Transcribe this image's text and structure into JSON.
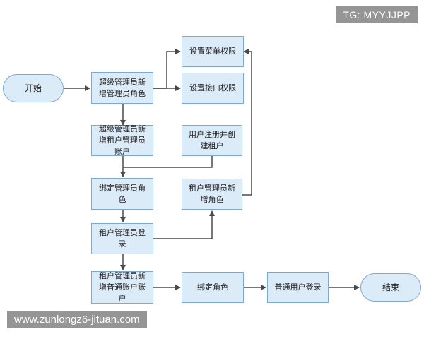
{
  "nodes": {
    "start": "开始",
    "super_admin_add_admin_role": "超级管理员新增管理员角色",
    "set_menu_permission": "设置菜单权限",
    "set_api_permission": "设置接口权限",
    "super_admin_add_tenant_admin_account": "超级管理员新增租户管理员账户",
    "user_register_create_tenant": "用户注册并创建租户",
    "bind_admin_role": "绑定管理员角色",
    "tenant_admin_add_role": "租户管理员新增角色",
    "tenant_admin_login": "租户管理员登录",
    "tenant_admin_add_normal_account": "租户管理员新增普通账户账户",
    "bind_role": "绑定角色",
    "normal_user_login": "普通用户登录",
    "end": "结束"
  },
  "watermark": {
    "tg": "TG: MYYJJPP",
    "site": "www.zunlongz6-jituan.com"
  },
  "colors": {
    "node_fill": "#dcebf8",
    "node_border": "#7fa8cf",
    "edge": "#4a4a4a"
  }
}
